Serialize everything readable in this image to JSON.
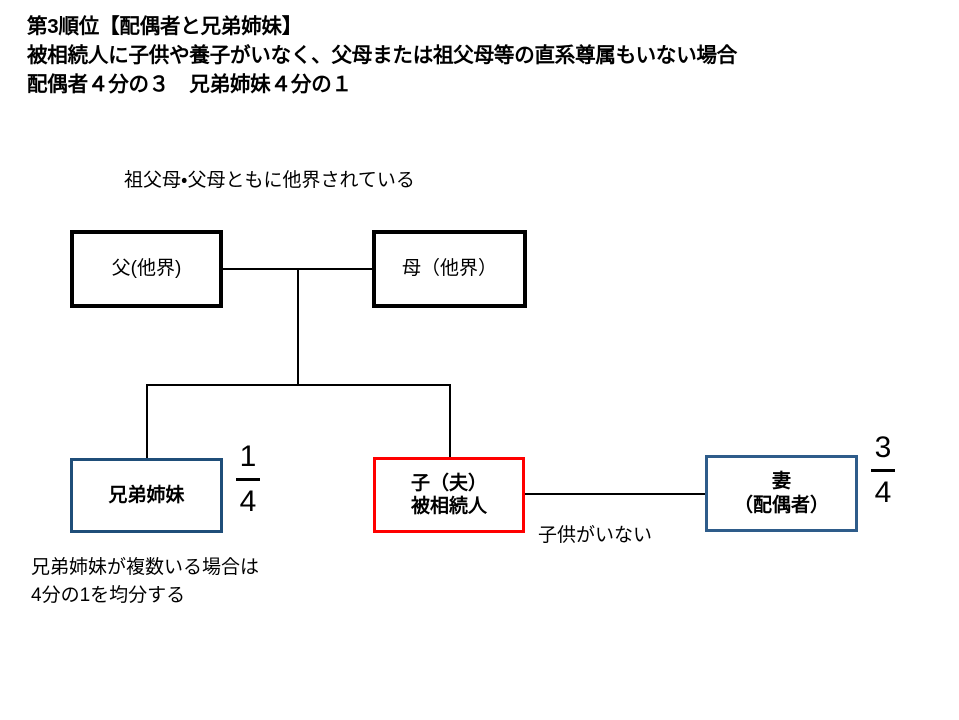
{
  "title": {
    "line1": "第3順位【配偶者と兄弟姉妹】",
    "line2": "被相続人に子供や養子がいなく、父母または祖父母等の直系尊属もいない場合",
    "line3": "配偶者４分の３　兄弟姉妹４分の１"
  },
  "captions": {
    "ancestors_deceased": "祖父母・父母ともに他界されている",
    "no_children": "子供がいない",
    "siblings_note_line1": "兄弟姉妹が複数いる場合は",
    "siblings_note_line2": "4分の1を均分する"
  },
  "nodes": {
    "father": {
      "label": "父(他界)",
      "border_color": "#000000"
    },
    "mother": {
      "label": "母（他界）",
      "border_color": "#000000"
    },
    "siblings": {
      "label": "兄弟姉妹",
      "border_color": "#1F4E79"
    },
    "decedent": {
      "label_line1": "子（夫）",
      "label_line2": "被相続人",
      "border_color": "#FF0000"
    },
    "spouse": {
      "label_line1": "妻",
      "label_line2": "（配偶者）",
      "border_color": "#2E5C8A"
    }
  },
  "shares": {
    "siblings": {
      "numerator": "1",
      "denominator": "4"
    },
    "spouse": {
      "numerator": "3",
      "denominator": "4"
    }
  }
}
